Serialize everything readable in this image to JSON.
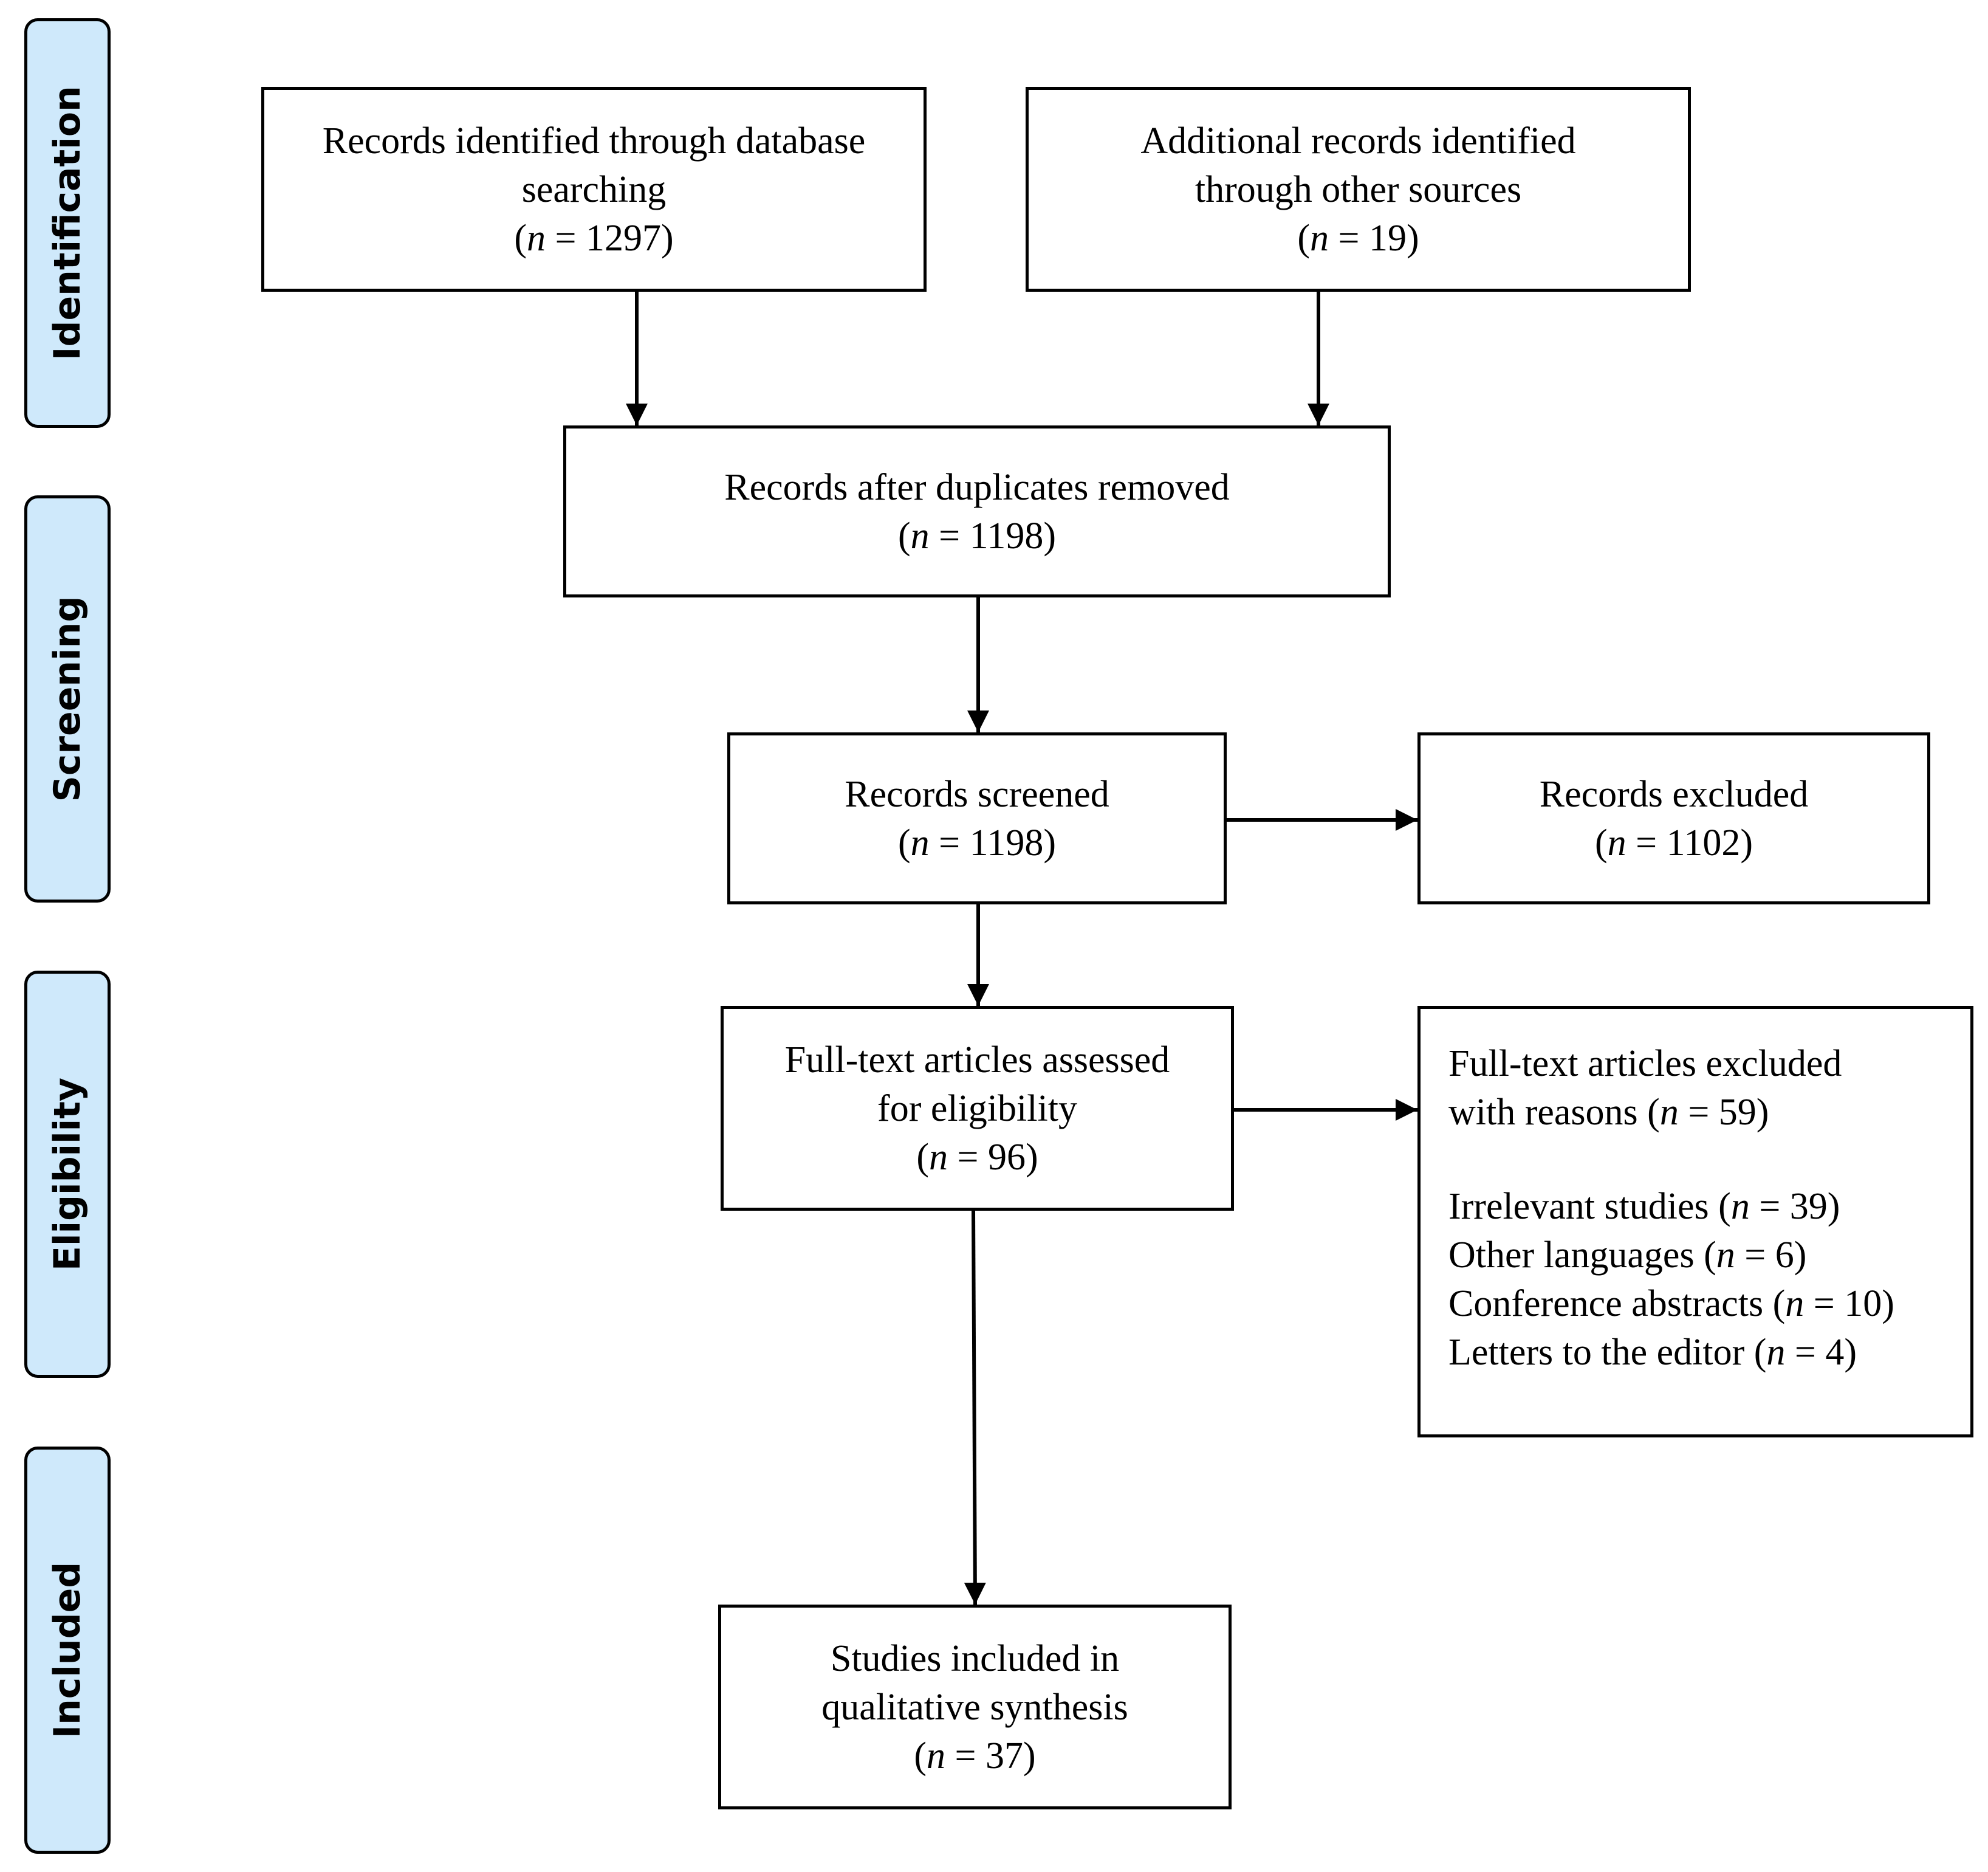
{
  "phases": {
    "identification": "Identification",
    "screening": "Screening",
    "eligibility": "Eligibility",
    "included": "Included"
  },
  "boxes": {
    "database_records": {
      "lines": [
        "Records identified through database",
        "searching"
      ],
      "n_var": "n",
      "n_eq": " = 1297)"
    },
    "other_sources": {
      "lines": [
        "Additional records identified",
        "through other sources"
      ],
      "n_var": "n",
      "n_eq": " = 19)"
    },
    "after_duplicates": {
      "lines": [
        "Records after duplicates removed"
      ],
      "n_var": "n",
      "n_eq": " = 1198)"
    },
    "screened": {
      "lines": [
        "Records screened"
      ],
      "n_var": "n",
      "n_eq": " = 1198)"
    },
    "excluded": {
      "lines": [
        "Records excluded"
      ],
      "n_var": "n",
      "n_eq": " = 1102)"
    },
    "full_text_assessed": {
      "lines": [
        "Full-text articles assessed",
        "for eligibility"
      ],
      "n_var": "n",
      "n_eq": " = 96)"
    },
    "full_text_excluded": {
      "line1": "Full-text articles excluded",
      "line2_prefix": "with reasons (",
      "line2_var": "n",
      "line2_eq": " = 59)",
      "reasons": [
        {
          "label": "Irrelevant studies (",
          "var": "n",
          "eq": " = 39)"
        },
        {
          "label": "Other languages (",
          "var": "n",
          "eq": " = 6)"
        },
        {
          "label": "Conference abstracts (",
          "var": "n",
          "eq": " = 10)"
        },
        {
          "label": "Letters to the editor (",
          "var": "n",
          "eq": " = 4)"
        }
      ]
    },
    "included": {
      "lines": [
        "Studies included in",
        "qualitative synthesis"
      ],
      "n_var": "n",
      "n_eq": " = 37)"
    }
  }
}
